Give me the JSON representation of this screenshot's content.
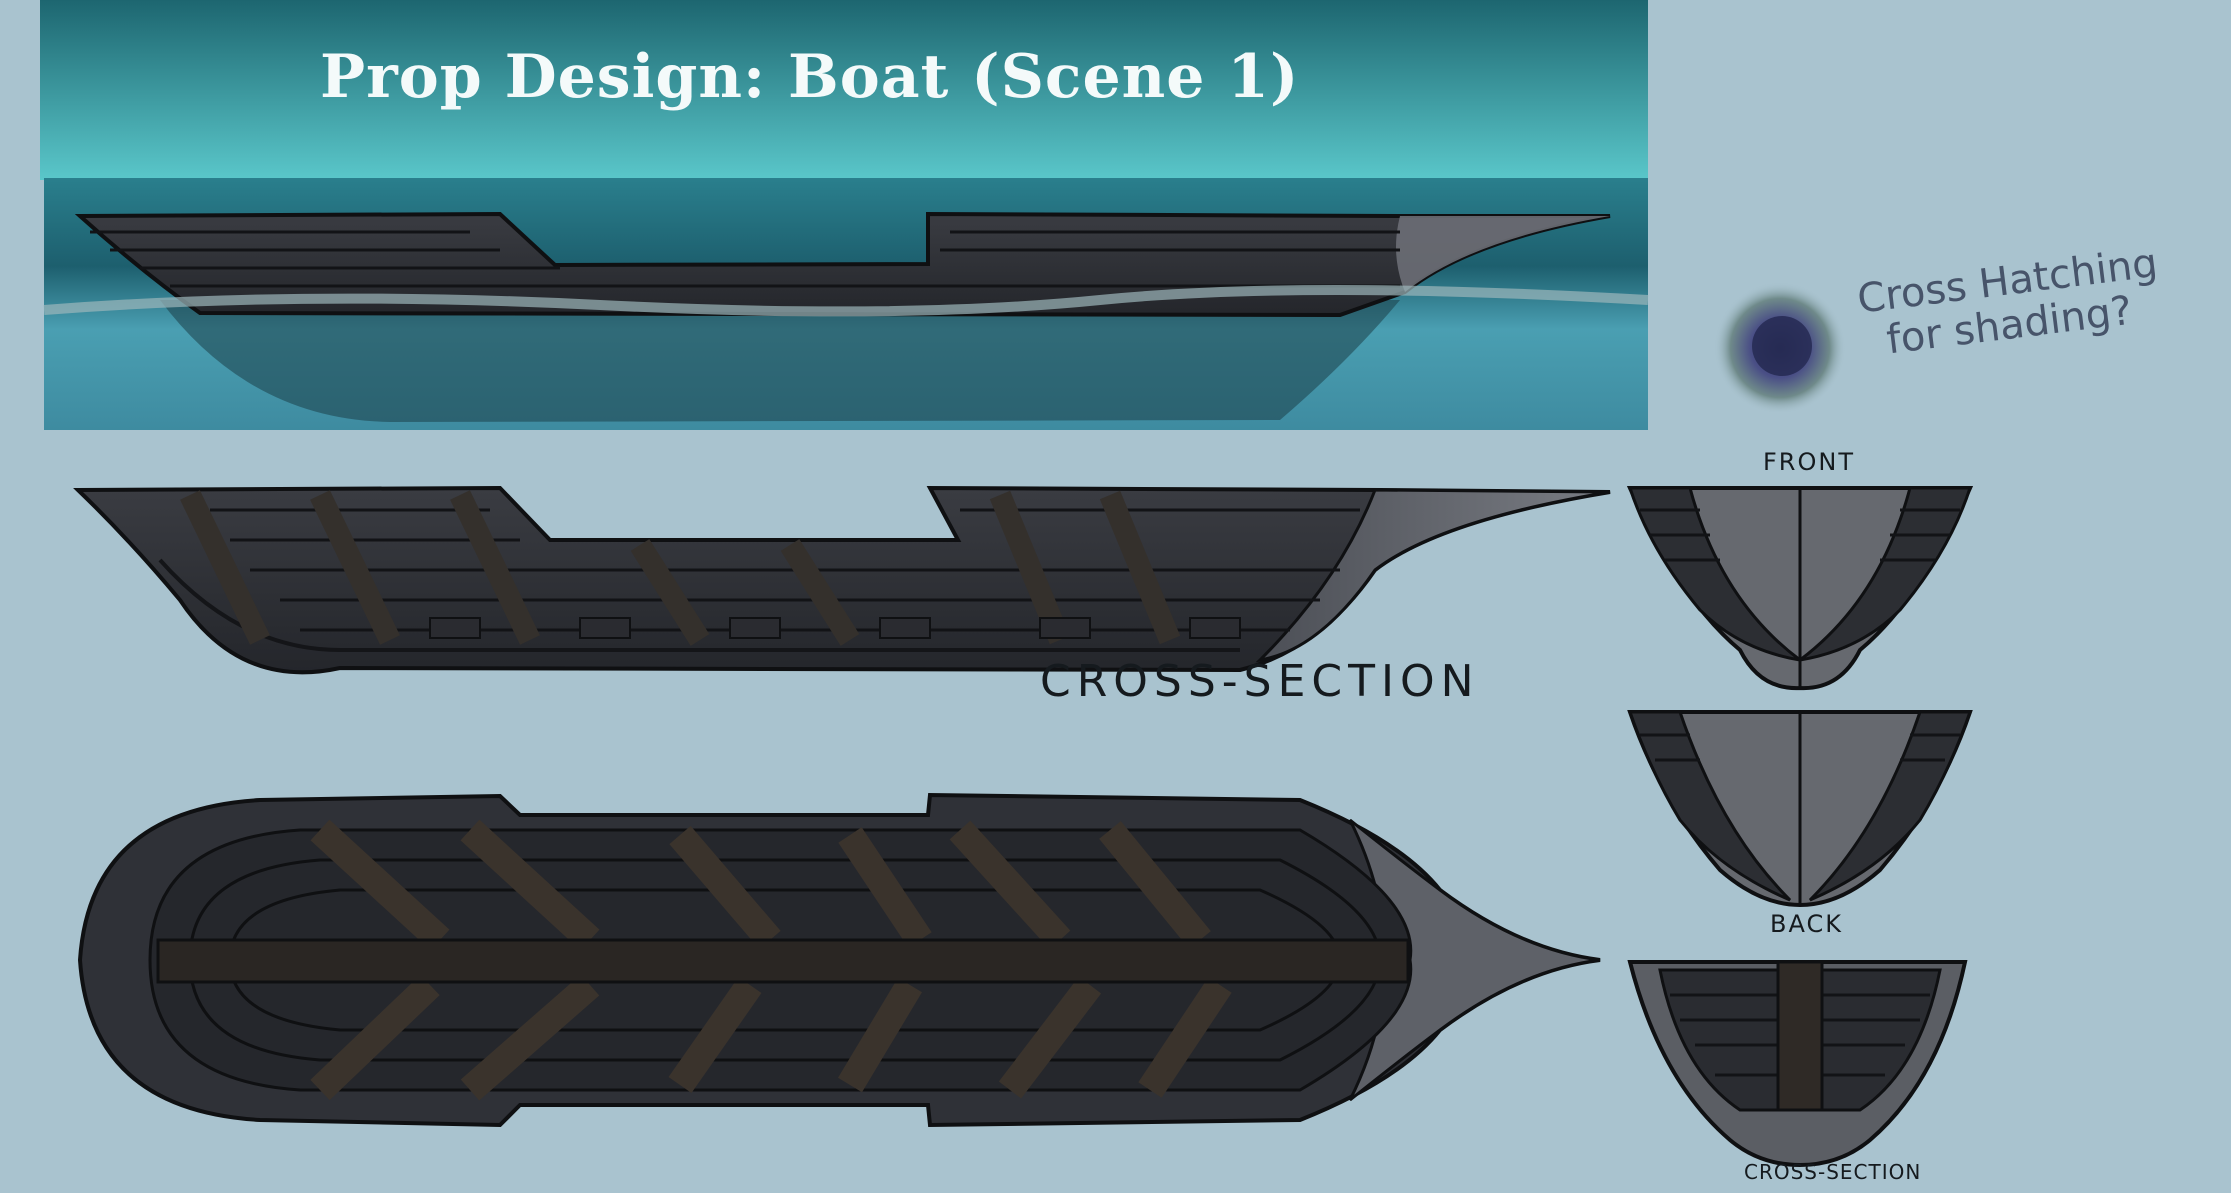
{
  "title": "Prop Design: Boat (Scene 1)",
  "labels": {
    "cross_section_main": "CROSS-SECTION",
    "front": "FRONT",
    "back": "BACK",
    "cross_section_small": "CROSS-SECTION"
  },
  "note": {
    "line1": "Cross Hatching",
    "line2": "for shading?"
  },
  "colors": {
    "sheet_background": "#a9c3cf",
    "sky_top": "#1f6a74",
    "sky_bottom": "#56c4c8",
    "water": "#3d8fa3",
    "hull_dark": "#2b2d33",
    "hull_light": "#62656c",
    "beam": "#2e2a27",
    "outline": "#0f1012"
  }
}
